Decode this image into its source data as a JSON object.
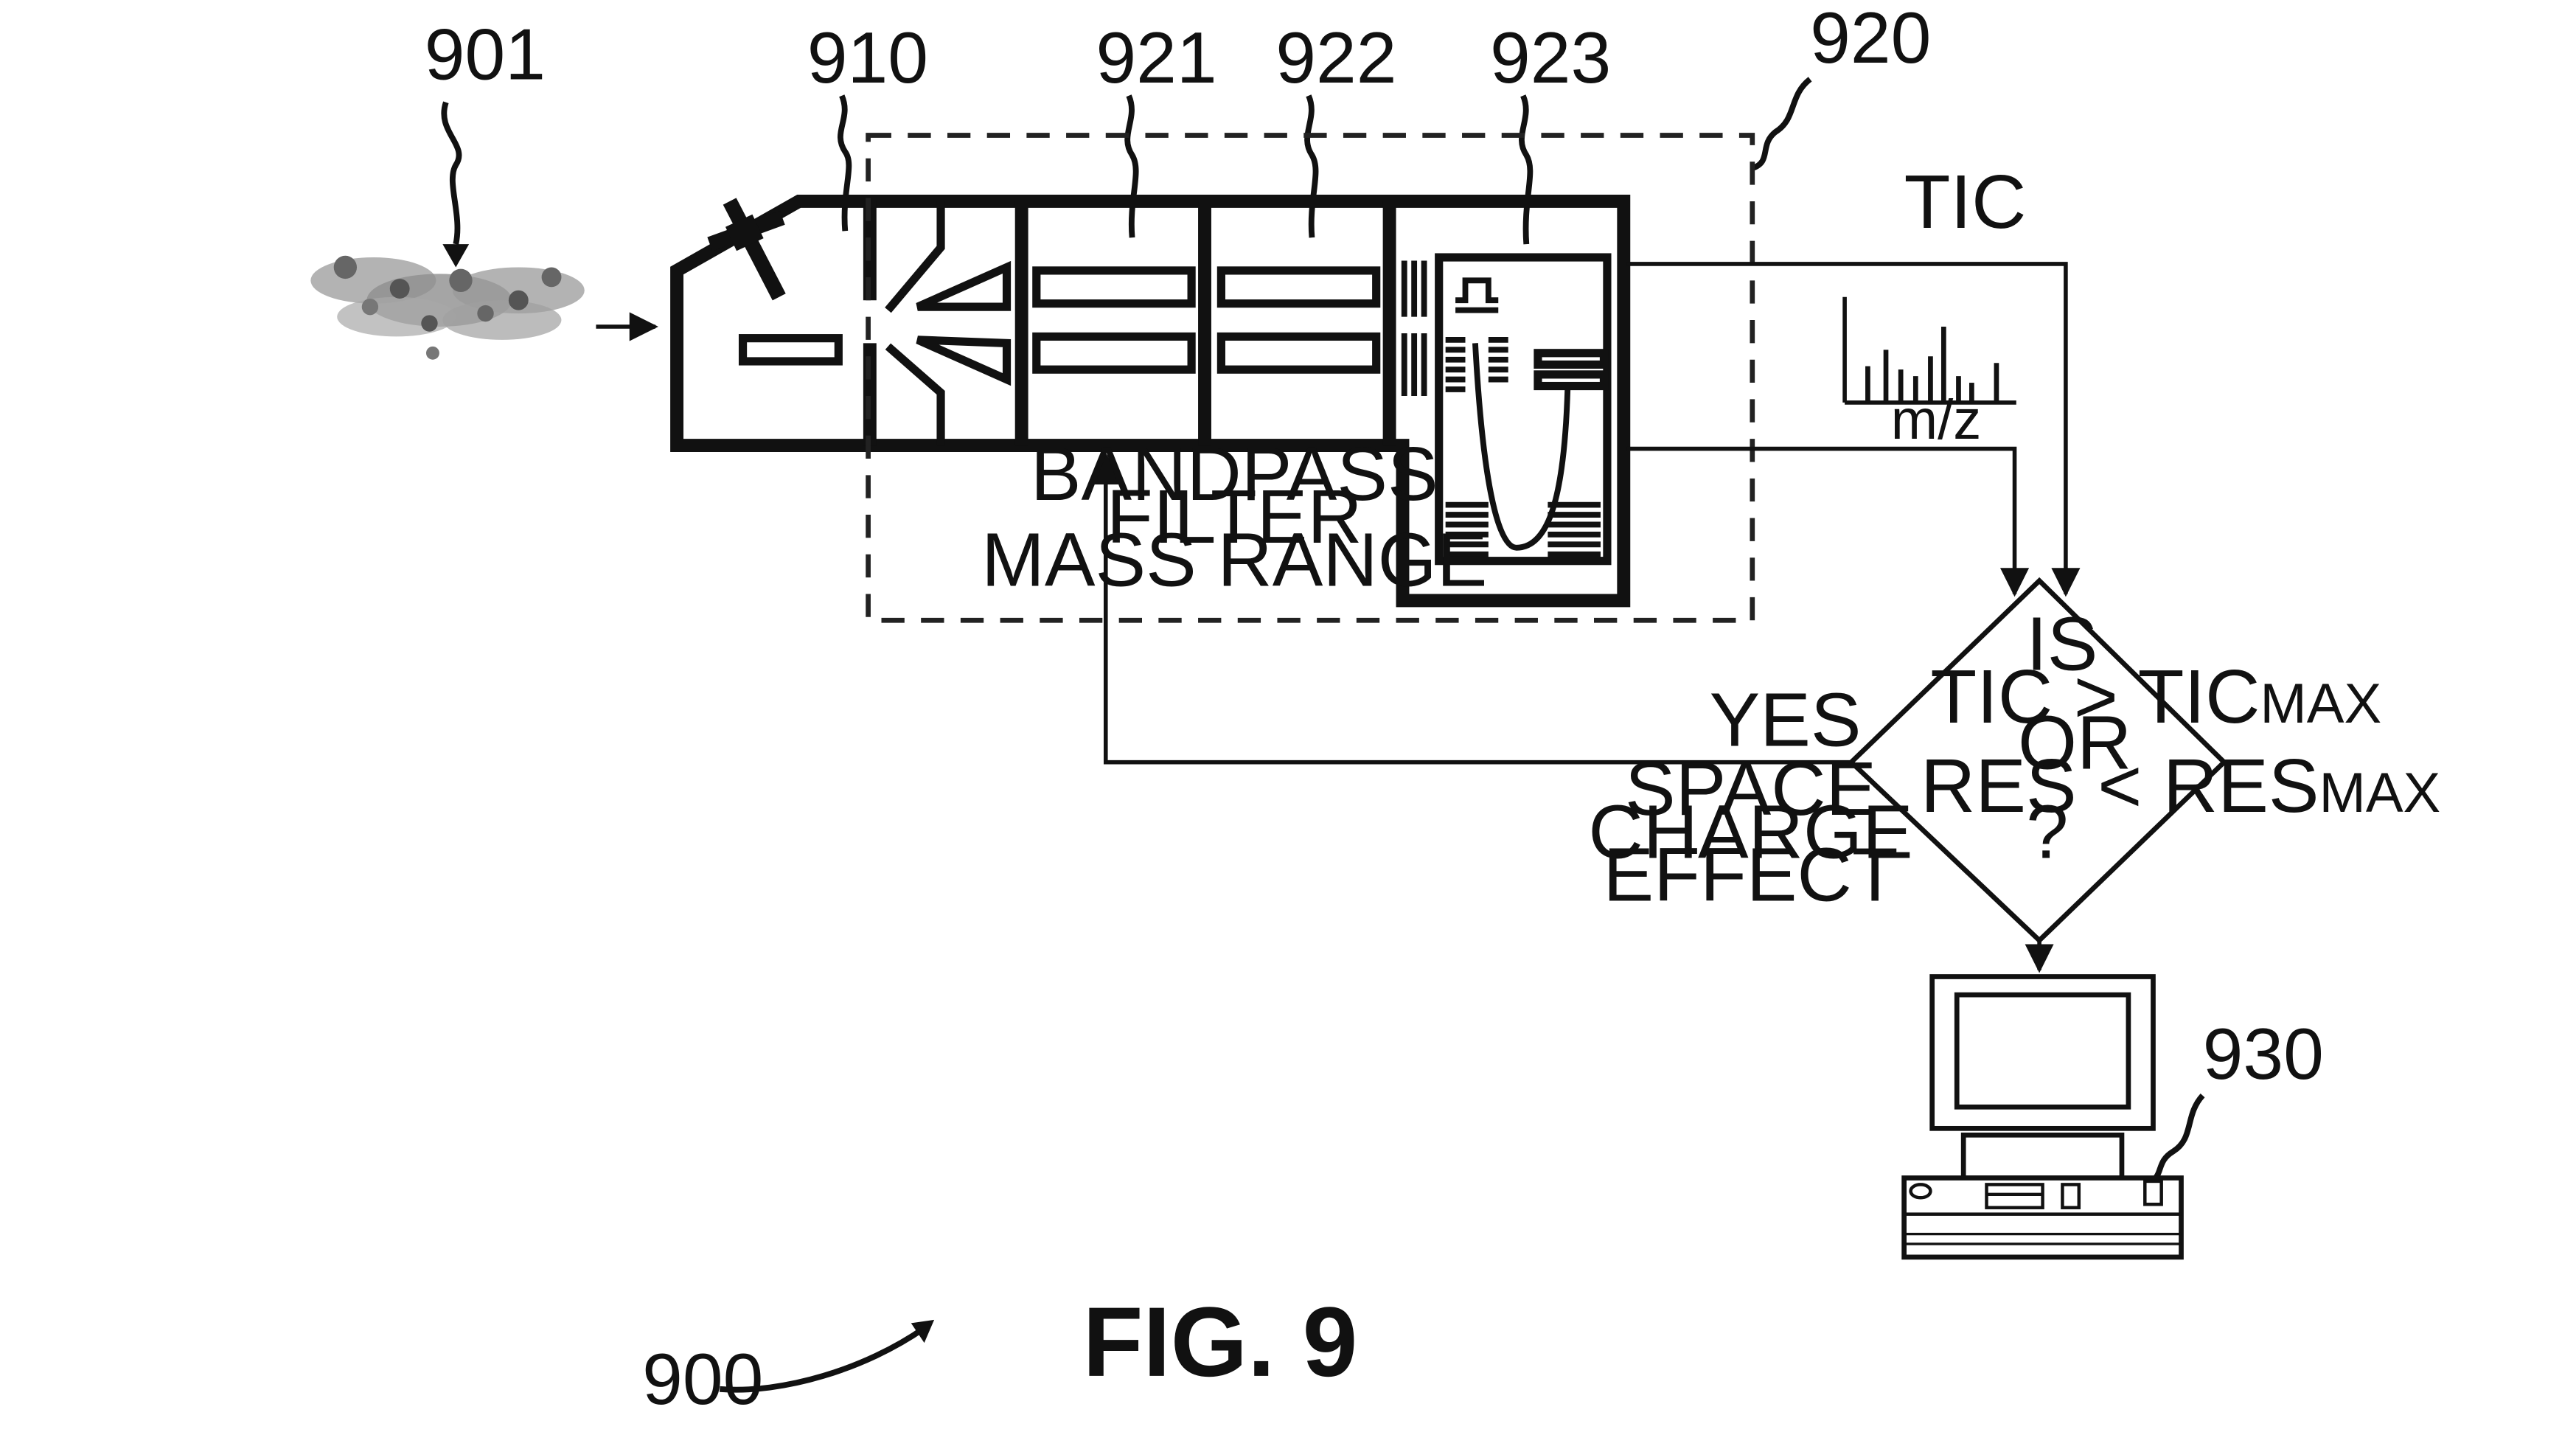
{
  "refs": {
    "r901": "901",
    "r910": "910",
    "r921": "921",
    "r922": "922",
    "r923": "923",
    "r920": "920",
    "r930": "930",
    "r900": "900"
  },
  "labels": {
    "tic": "TIC",
    "mz": "m/z",
    "bandpass_1": "BANDPASS",
    "bandpass_2": "FILTER",
    "bandpass_3": "MASS RANGE",
    "yes": "YES",
    "space_1": "SPACE",
    "space_2": "CHARGE",
    "space_3": "EFFECT"
  },
  "decision": {
    "line1": "IS",
    "line2_main": "TIC > TIC",
    "line2_sub": "MAX",
    "line3": "OR",
    "line4_main": "RES < RES",
    "line4_sub": "MAX",
    "line5": "?"
  },
  "figure_caption": "FIG. 9"
}
